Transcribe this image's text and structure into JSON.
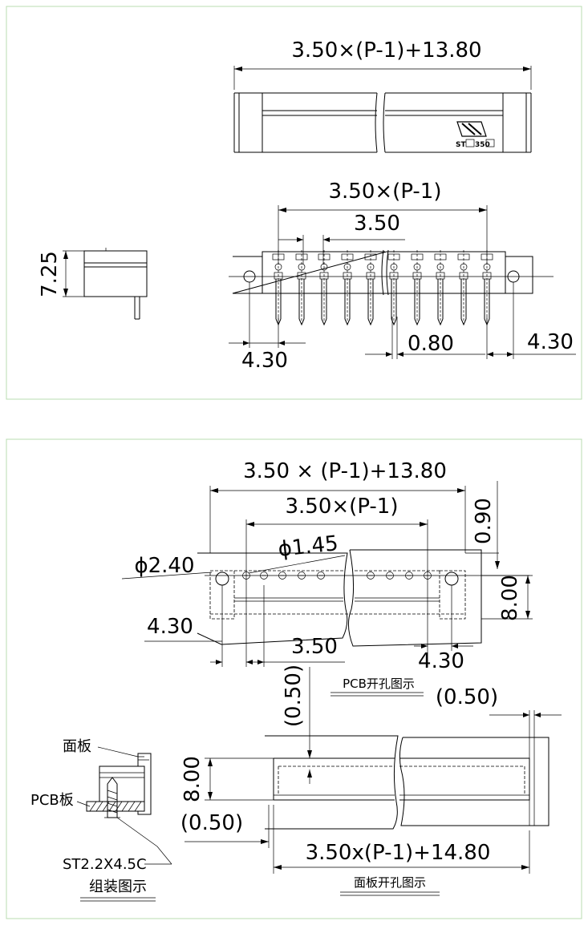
{
  "top": {
    "overall_length": "3.50×(P-1)+13.80",
    "pitch_span": "3.50×(P-1)",
    "pitch": "3.50",
    "height": "7.25",
    "pin_width": "0.80",
    "left_ear": "4.30",
    "right_ear": "4.30",
    "logo_text_a": "ST",
    "logo_text_b": "350"
  },
  "bottom": {
    "overall_length": "3.50 × (P-1)+13.80",
    "pitch_span": "3.50×(P-1)",
    "mount_hole_dia": "ϕ2.40",
    "pin_hole_dia": "ϕ1.45",
    "left_offset": "4.30",
    "right_offset": "4.30",
    "pitch": "3.50",
    "top_gap": "0.90",
    "depth": "8.00",
    "pcb_caption": "PCB开孔图示",
    "panel_gap_side": "(0.50)",
    "panel_gap_vertical": "(0.50)",
    "panel_gap_left": "(0.50)",
    "panel_depth": "8.00",
    "panel_length": "3.50x(P-1)+14.80",
    "panel_caption": "面板开孔图示",
    "assembly_faceplate": "面板",
    "assembly_pcb": "PCB板",
    "assembly_screw": "ST2.2X4.5C",
    "assembly_caption": "组装图示"
  }
}
